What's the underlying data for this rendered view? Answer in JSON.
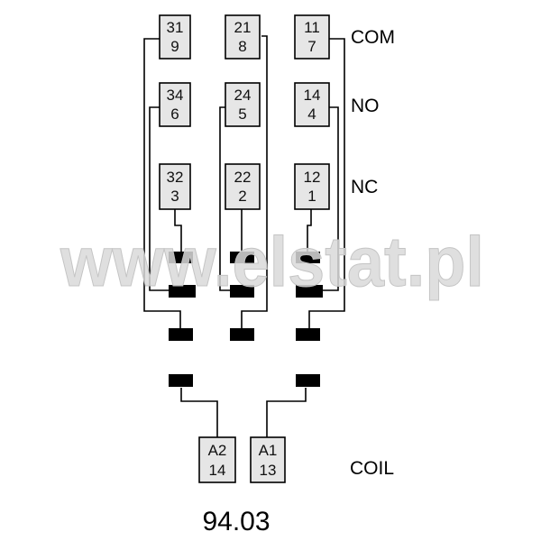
{
  "rows": [
    {
      "label": "COM",
      "terminals": [
        {
          "top": "31",
          "bottom": "9"
        },
        {
          "top": "21",
          "bottom": "8"
        },
        {
          "top": "11",
          "bottom": "7"
        }
      ]
    },
    {
      "label": "NO",
      "terminals": [
        {
          "top": "34",
          "bottom": "6"
        },
        {
          "top": "24",
          "bottom": "5"
        },
        {
          "top": "14",
          "bottom": "4"
        }
      ]
    },
    {
      "label": "NC",
      "terminals": [
        {
          "top": "32",
          "bottom": "3"
        },
        {
          "top": "22",
          "bottom": "2"
        },
        {
          "top": "12",
          "bottom": "1"
        }
      ]
    }
  ],
  "coil": {
    "label": "COIL",
    "terminals": [
      {
        "top": "A2",
        "bottom": "14"
      },
      {
        "top": "A1",
        "bottom": "13"
      }
    ]
  },
  "model": "94.03",
  "watermark": "www.elstat.pl"
}
